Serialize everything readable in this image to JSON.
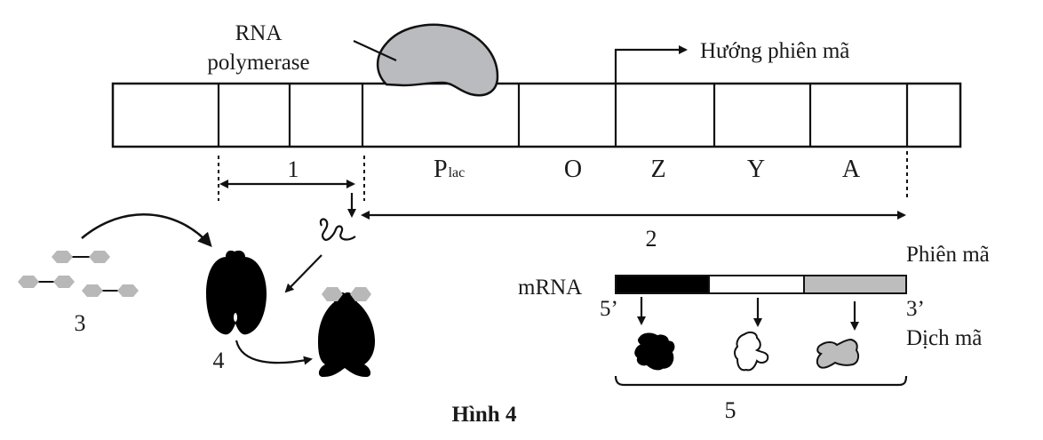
{
  "figure": {
    "caption": "Hình 4",
    "rna_polymerase_label_line1": "RNA",
    "rna_polymerase_label_line2": "polymerase",
    "transcription_direction_label": "Hướng phiên mã",
    "operon_regions": {
      "region_1_label": "1",
      "promoter_label_main": "P",
      "promoter_label_sub": "lac",
      "operator_label": "O",
      "gene_z_label": "Z",
      "gene_y_label": "Y",
      "gene_a_label": "A"
    },
    "span_2_label": "2",
    "inducer_label": "3",
    "repressor_label": "4",
    "proteins_label": "5",
    "transcription_label": "Phiên mã",
    "translation_label": "Dịch mã",
    "mrna_label": "mRNA",
    "mrna_5_end": "5’",
    "mrna_3_end": "3’",
    "colors": {
      "polymerase_fill": "#b9bbbe",
      "inducer_fill": "#b8b8b8",
      "protein_z_fill": "#000000",
      "protein_y_fill": "#ffffff",
      "protein_a_fill": "#bdbdbd",
      "stroke": "#111111"
    }
  }
}
